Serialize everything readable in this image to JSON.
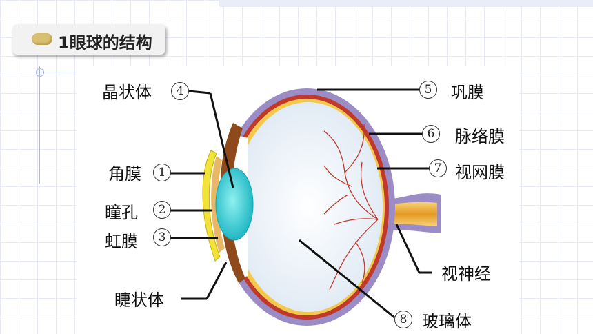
{
  "title": {
    "text": "1眼球的结构"
  },
  "parts": [
    {
      "num": "4",
      "label": "晶状体"
    },
    {
      "num": "5",
      "label": "巩膜"
    },
    {
      "num": "6",
      "label": "脉络膜"
    },
    {
      "num": "7",
      "label": "视网膜"
    },
    {
      "num": "1",
      "label": "角膜"
    },
    {
      "num": "2",
      "label": "瞳孔"
    },
    {
      "num": "3",
      "label": "虹膜"
    },
    {
      "num": "8",
      "label": "玻璃体"
    }
  ],
  "unnumbered": {
    "optic_nerve": "视神经",
    "ciliary_body": "睫状体"
  },
  "colors": {
    "sclera": "#9b8cc6",
    "choroid": "#c0392b",
    "retina": "#f2c94c",
    "lens": "#2ec4c4",
    "cornea": "#f3e23a",
    "vitreous": "#eaf1f8",
    "nerve": "#f0b63a"
  }
}
